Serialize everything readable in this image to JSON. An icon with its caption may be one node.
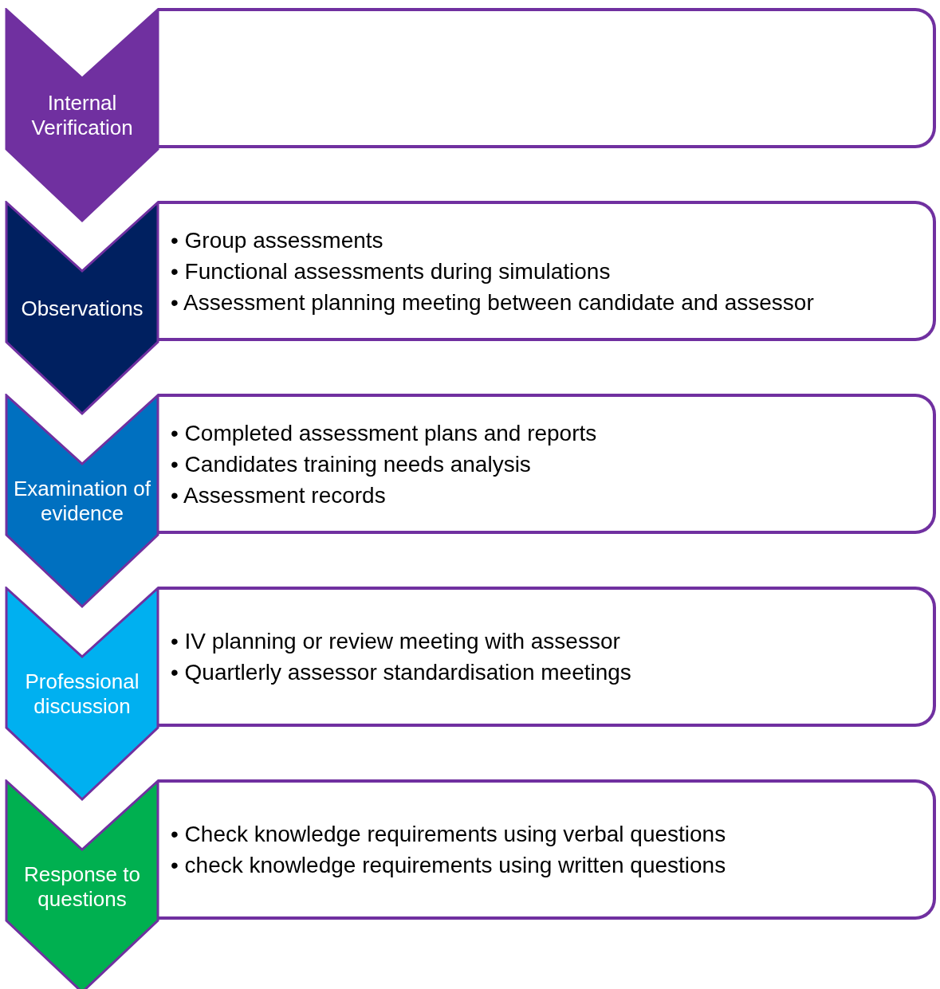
{
  "diagram": {
    "nodes": [
      {
        "text": [
          "Internal Verification"
        ]
      },
      {
        "text": [],
        "shape": "box"
      },
      {
        "text": [
          "Observations"
        ]
      },
      {
        "text": [
          "• Group assessments",
          "• Functional assessments during simulations",
          "• Assessment planning meeting between candidate and assessor"
        ]
      },
      {
        "text": [
          "Examination of evidence"
        ]
      },
      {
        "text": [
          "• Completed assessment plans and reports",
          "• Candidates training needs analysis",
          "• Assessment records"
        ]
      },
      {
        "text": [
          "Professional discussion"
        ]
      },
      {
        "text": [
          "• IV planning or review meeting with assessor",
          "• Quartlerly assessor standardisation meetings"
        ]
      },
      {
        "text": [
          "Response to questions"
        ]
      },
      {
        "text": [
          "• Check knowledge requirements using verbal questions",
          "• check knowledge requirements using written questions"
        ]
      }
    ]
  }
}
